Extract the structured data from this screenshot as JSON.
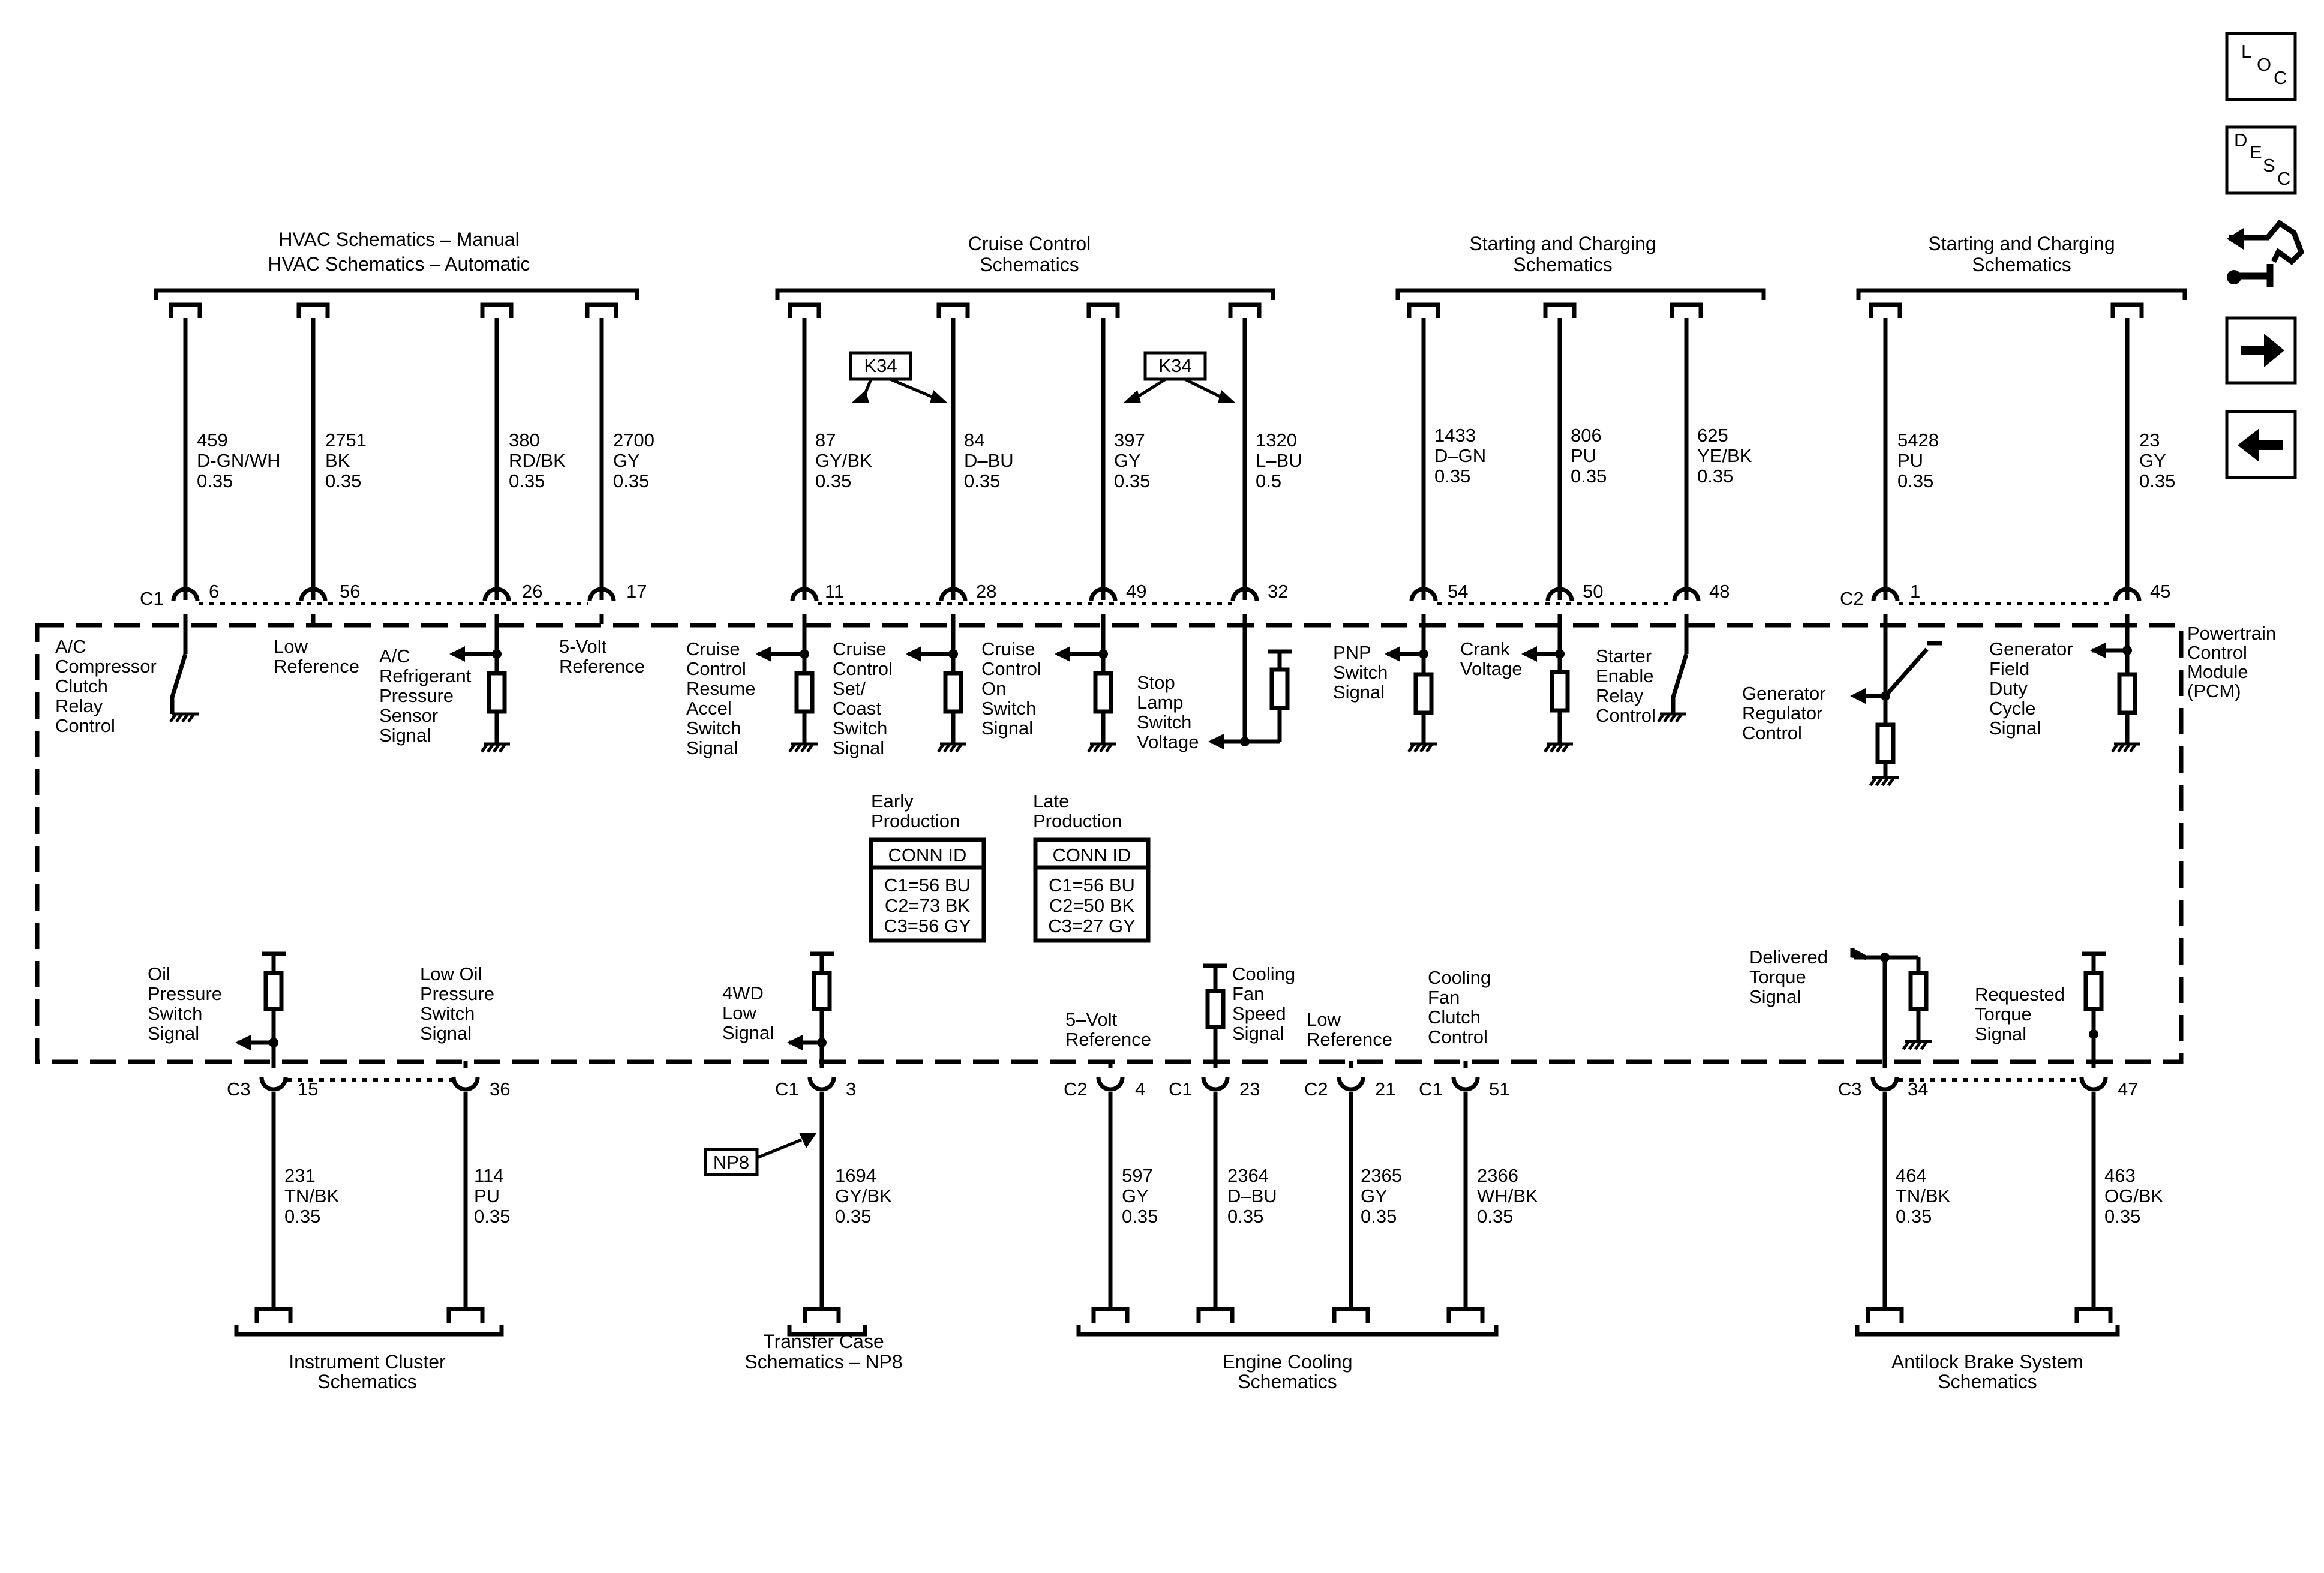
{
  "module": {
    "label": [
      "Powertrain",
      "Control",
      "Module",
      "(PCM)"
    ]
  },
  "nav": {
    "loc": [
      "L",
      "O",
      "C"
    ],
    "desc": [
      "D",
      "E",
      "S",
      "C"
    ]
  },
  "top_groups": [
    {
      "id": "hvac",
      "lines": [
        "HVAC Schematics – Manual",
        "HVAC Schematics – Automatic"
      ]
    },
    {
      "id": "cruise",
      "lines": [
        "Cruise Control",
        "Schematics"
      ]
    },
    {
      "id": "start1",
      "lines": [
        "Starting and Charging",
        "Schematics"
      ]
    },
    {
      "id": "start2",
      "lines": [
        "Starting and Charging",
        "Schematics"
      ]
    }
  ],
  "bottom_groups": [
    {
      "id": "ipc",
      "lines": [
        "Instrument Cluster",
        "Schematics"
      ]
    },
    {
      "id": "tcase",
      "lines": [
        "Transfer Case",
        "Schematics – NP8"
      ]
    },
    {
      "id": "cool",
      "lines": [
        "Engine Cooling",
        "Schematics"
      ]
    },
    {
      "id": "abs",
      "lines": [
        "Antilock Brake System",
        "Schematics"
      ]
    }
  ],
  "top_wires": [
    {
      "circuit": [
        "459",
        "D-GN/WH",
        "0.35"
      ],
      "pin": "6",
      "conn": "C1",
      "signal": [
        "A/C",
        "Compressor",
        "Clutch",
        "Relay",
        "Control"
      ]
    },
    {
      "circuit": [
        "2751",
        "BK",
        "0.35"
      ],
      "pin": "56",
      "signal": [
        "Low",
        "Reference"
      ]
    },
    {
      "circuit": [
        "380",
        "RD/BK",
        "0.35"
      ],
      "pin": "26",
      "signal": [
        "A/C",
        "Refrigerant",
        "Pressure",
        "Sensor",
        "Signal"
      ]
    },
    {
      "circuit": [
        "2700",
        "GY",
        "0.35"
      ],
      "pin": "17",
      "signal": [
        "5-Volt",
        "Reference"
      ]
    },
    {
      "circuit": [
        "87",
        "GY/BK",
        "0.35"
      ],
      "pin": "11",
      "signal": [
        "Cruise",
        "Control",
        "Resume",
        "Accel",
        "Switch",
        "Signal"
      ]
    },
    {
      "circuit": [
        "84",
        "D–BU",
        "0.35"
      ],
      "pin": "28",
      "signal": [
        "Cruise",
        "Control",
        "Set/",
        "Coast",
        "Switch",
        "Signal"
      ]
    },
    {
      "circuit": [
        "397",
        "GY",
        "0.35"
      ],
      "pin": "49",
      "signal": [
        "Cruise",
        "Control",
        "On",
        "Switch",
        "Signal"
      ]
    },
    {
      "circuit": [
        "1320",
        "L–BU",
        "0.5"
      ],
      "pin": "32",
      "signal": [
        "Stop",
        "Lamp",
        "Switch",
        "Voltage"
      ]
    },
    {
      "circuit": [
        "1433",
        "D–GN",
        "0.35"
      ],
      "pin": "54",
      "signal": [
        "PNP",
        "Switch",
        "Signal"
      ]
    },
    {
      "circuit": [
        "806",
        "PU",
        "0.35"
      ],
      "pin": "50",
      "signal": [
        "Crank",
        "Voltage"
      ]
    },
    {
      "circuit": [
        "625",
        "YE/BK",
        "0.35"
      ],
      "pin": "48",
      "signal": [
        "Starter",
        "Enable",
        "Relay",
        "Control"
      ]
    },
    {
      "circuit": [
        "5428",
        "PU",
        "0.35"
      ],
      "pin": "1",
      "conn": "C2",
      "signal": [
        "Generator",
        "Regulator",
        "Control"
      ]
    },
    {
      "circuit": [
        "23",
        "GY",
        "0.35"
      ],
      "pin": "45",
      "signal": [
        "Generator",
        "Field",
        "Duty",
        "Cycle",
        "Signal"
      ]
    }
  ],
  "k34": "K34",
  "np8": "NP8",
  "bottom_wires": [
    {
      "circuit": [
        "231",
        "TN/BK",
        "0.35"
      ],
      "pin": "15",
      "conn": "C3",
      "signal": [
        "Oil",
        "Pressure",
        "Switch",
        "Signal"
      ]
    },
    {
      "circuit": [
        "114",
        "PU",
        "0.35"
      ],
      "pin": "36",
      "signal": [
        "Low Oil",
        "Pressure",
        "Switch",
        "Signal"
      ]
    },
    {
      "circuit": [
        "1694",
        "GY/BK",
        "0.35"
      ],
      "pin": "3",
      "conn": "C1",
      "signal": [
        "4WD",
        "Low",
        "Signal"
      ]
    },
    {
      "circuit": [
        "597",
        "GY",
        "0.35"
      ],
      "pin": "4",
      "conn": "C2",
      "signal": [
        "5–Volt",
        "Reference"
      ]
    },
    {
      "circuit": [
        "2364",
        "D–BU",
        "0.35"
      ],
      "pin": "23",
      "conn": "C1",
      "signal": [
        "Cooling",
        "Fan",
        "Speed",
        "Signal"
      ]
    },
    {
      "circuit": [
        "2365",
        "GY",
        "0.35"
      ],
      "pin": "21",
      "conn": "C2",
      "signal": [
        "Low",
        "Reference"
      ]
    },
    {
      "circuit": [
        "2366",
        "WH/BK",
        "0.35"
      ],
      "pin": "51",
      "conn": "C1",
      "signal": [
        "Cooling",
        "Fan",
        "Clutch",
        "Control"
      ]
    },
    {
      "circuit": [
        "464",
        "TN/BK",
        "0.35"
      ],
      "pin": "34",
      "conn": "C3",
      "signal": [
        "Delivered",
        "Torque",
        "Signal"
      ]
    },
    {
      "circuit": [
        "463",
        "OG/BK",
        "0.35"
      ],
      "pin": "47",
      "signal": [
        "Requested",
        "Torque",
        "Signal"
      ]
    }
  ],
  "conn_tables": [
    {
      "heading": [
        "Early",
        "Production"
      ],
      "title": "CONN ID",
      "rows": [
        "C1=56 BU",
        "C2=73 BK",
        "C3=56 GY"
      ]
    },
    {
      "heading": [
        "Late",
        "Production"
      ],
      "title": "CONN ID",
      "rows": [
        "C1=56 BU",
        "C2=50 BK",
        "C3=27 GY"
      ]
    }
  ]
}
